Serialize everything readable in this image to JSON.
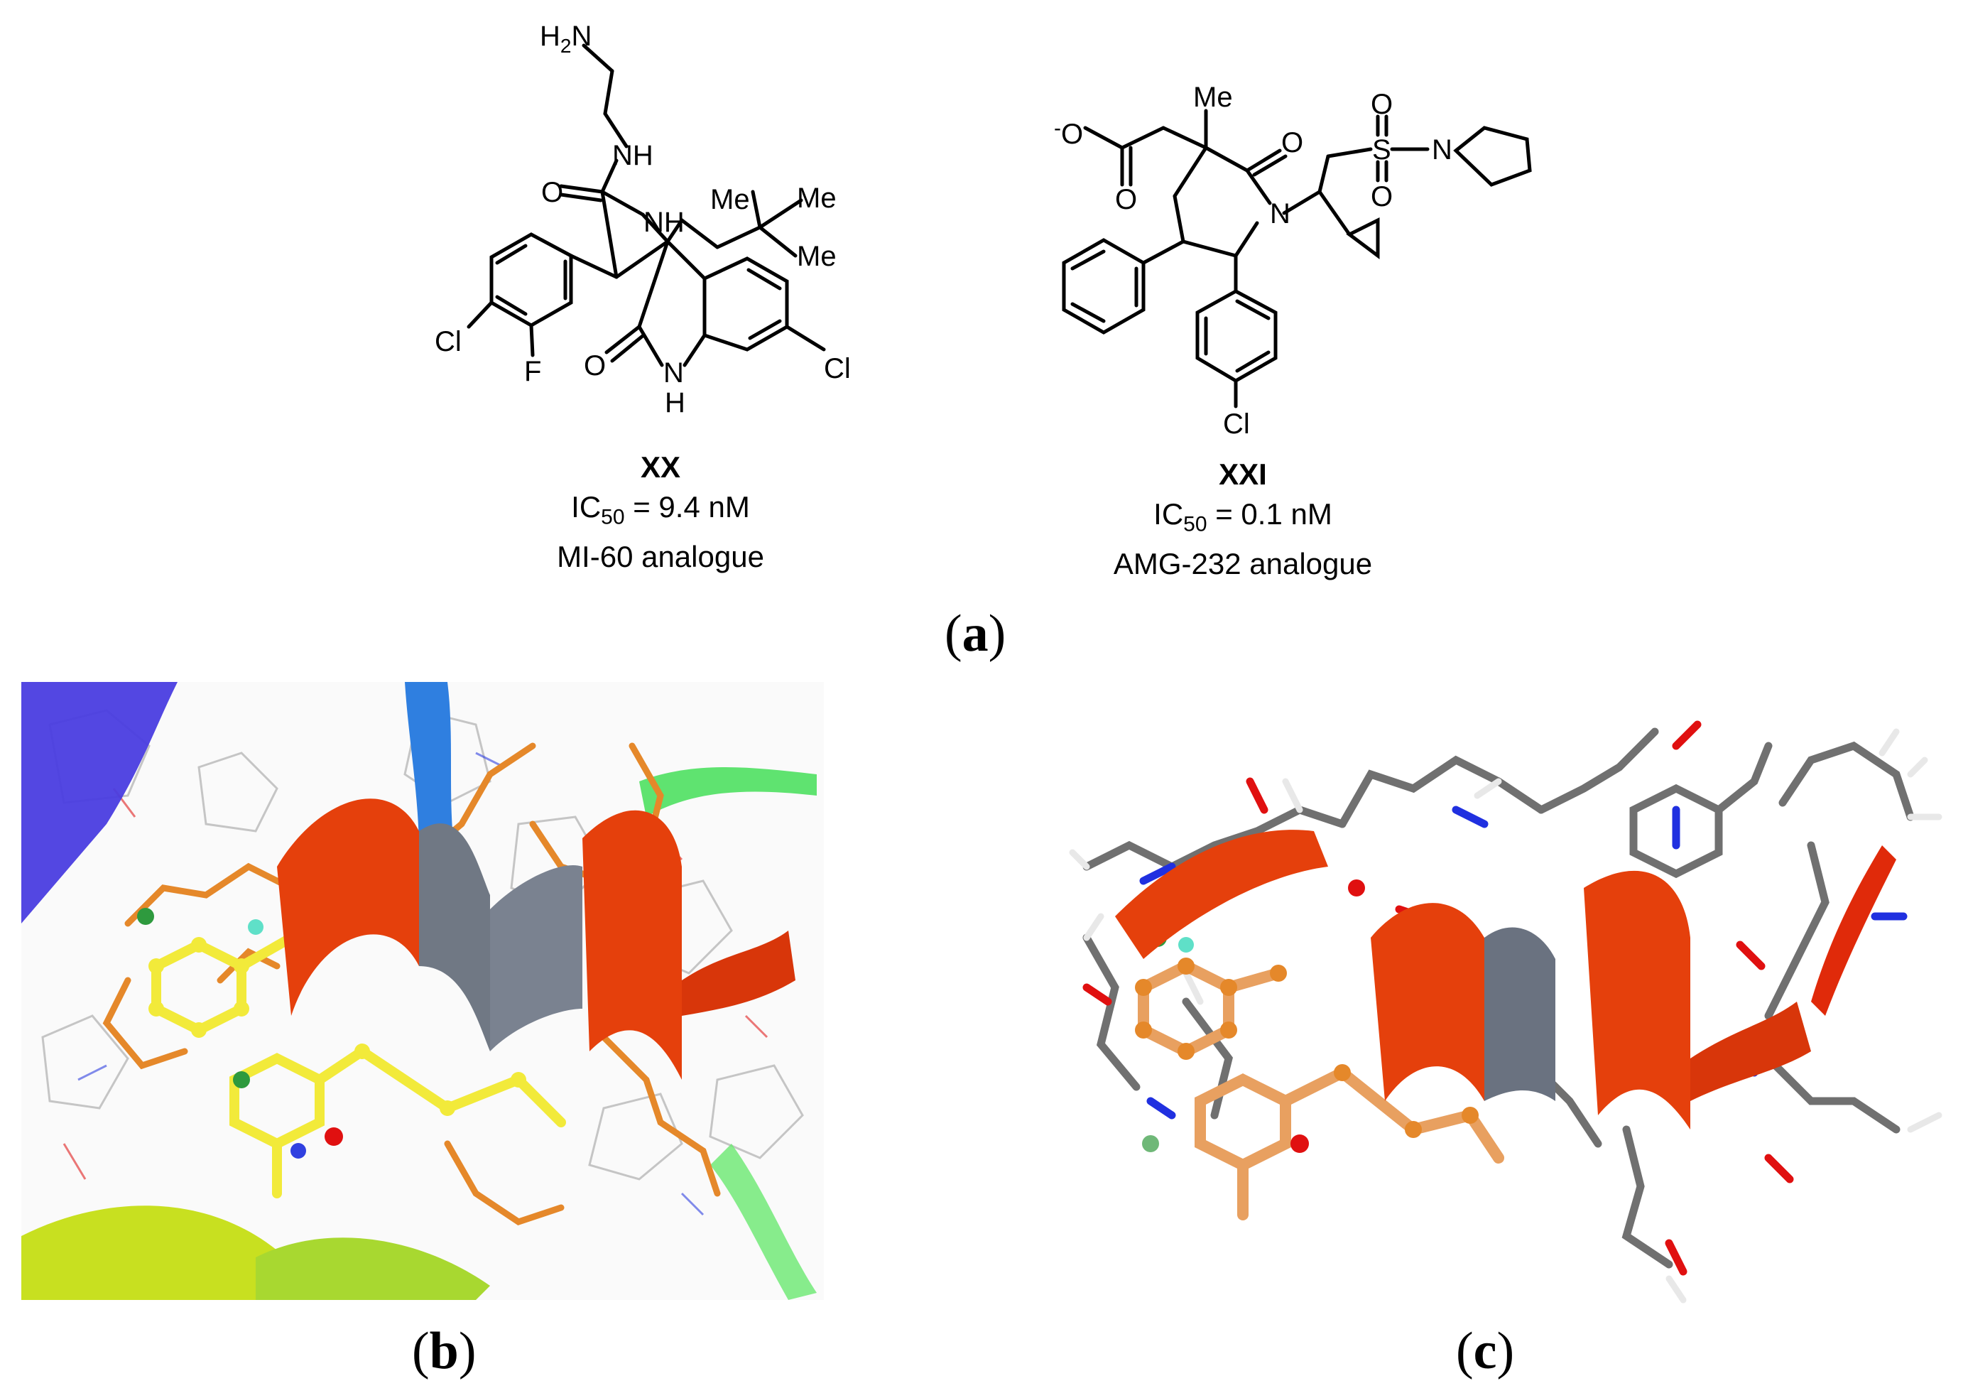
{
  "panels": {
    "a": "a",
    "b": "b",
    "c": "c"
  },
  "compounds": [
    {
      "id": "XX",
      "ic50_prefix": "IC",
      "ic50_sub": "50",
      "ic50_value": " = 9.4 nM",
      "note": "MI-60 analogue",
      "atoms": {
        "h2n": "H",
        "h2n_sub": "2",
        "h2n_n": "N",
        "nh_amide": "NH",
        "o_amide": "O",
        "nh_ring": "NH",
        "me1": "Me",
        "me2": "Me",
        "me3": "Me",
        "cl1": "Cl",
        "f": "F",
        "o_lactam": "O",
        "n_lactam": "N",
        "h_lactam": "H",
        "cl2": "Cl"
      }
    },
    {
      "id": "XXI",
      "ic50_prefix": "IC",
      "ic50_sub": "50",
      "ic50_value": " = 0.1 nM",
      "note": "AMG-232 analogue",
      "atoms": {
        "minus": "-",
        "o_neg": "O",
        "o_carb": "O",
        "me": "Me",
        "o_keto": "O",
        "n": "N",
        "s": "S",
        "o_s1": "O",
        "o_s2": "O",
        "n_pyr": "N",
        "cl": "Cl"
      }
    }
  ],
  "colors": {
    "helix_orange_red": "#e5400c",
    "ligand_yellow": "#f2ea3a",
    "ligand_orange": "#e5882a",
    "carbon_gray": "#707070",
    "nitrogen_blue": "#2030e0",
    "oxygen_red": "#e01010",
    "chlorine_green": "#2e9a3e",
    "fluorine_cyan": "#5fe0c8",
    "ribbon_blue": "#4040e0",
    "ribbon_green": "#4ee060",
    "ribbon_lime": "#c8e020"
  }
}
